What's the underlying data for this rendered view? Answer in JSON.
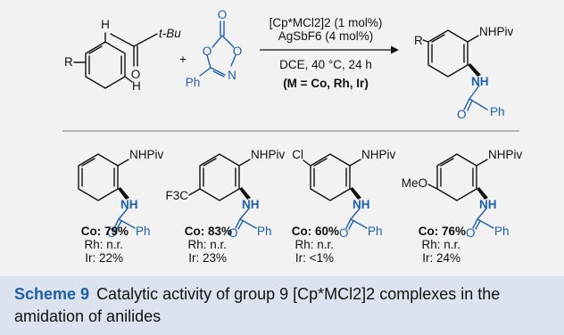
{
  "reaction": {
    "substrate": {
      "r": "R",
      "nh": "H",
      "ortho_h": "H",
      "o": "O",
      "tbu": "t-Bu"
    },
    "plus": "+",
    "reagent": {
      "o_exo": "O",
      "o_ring_left": "O",
      "o_ring_right": "O",
      "n": "N",
      "ph": "Ph"
    },
    "conditions": {
      "line1": "[Cp*MCl2]2 (1 mol%)",
      "line2": "AgSbF6 (4 mol%)",
      "line3": "DCE, 40 °C, 24 h",
      "line4": "(M = Co, Rh, Ir)"
    },
    "product": {
      "r": "R",
      "nhpiv": "NHPiv",
      "nh": "NH",
      "o": "O",
      "ph": "Ph"
    }
  },
  "examples": [
    {
      "substituent": "",
      "nhpiv": "NHPiv",
      "nh": "NH",
      "o": "O",
      "ph": "Ph",
      "co": "Co: 79%",
      "rh": "Rh: n.r.",
      "ir": "Ir: 22%"
    },
    {
      "substituent": "F3C",
      "nhpiv": "NHPiv",
      "nh": "NH",
      "o": "O",
      "ph": "Ph",
      "co": "Co: 83%",
      "rh": "Rh: n.r.",
      "ir": "Ir: 23%"
    },
    {
      "substituent": "Cl",
      "nhpiv": "NHPiv",
      "nh": "NH",
      "o": "O",
      "ph": "Ph",
      "co": "Co: 60%",
      "rh": "Rh: n.r.",
      "ir": "Ir: <1%"
    },
    {
      "substituent": "MeO",
      "nhpiv": "NHPiv",
      "nh": "NH",
      "o": "O",
      "ph": "Ph",
      "co": "Co: 76%",
      "rh": "Rh: n.r.",
      "ir": "Ir: 24%"
    }
  ],
  "caption": {
    "label": "Scheme 9",
    "text": "Catalytic activity of group 9 [Cp*MCl2]2 complexes in the amidation of anilides"
  },
  "colors": {
    "accent": "#1f5fa8",
    "panel": "#f2f2f2",
    "caption_band": "#dde3ee"
  }
}
